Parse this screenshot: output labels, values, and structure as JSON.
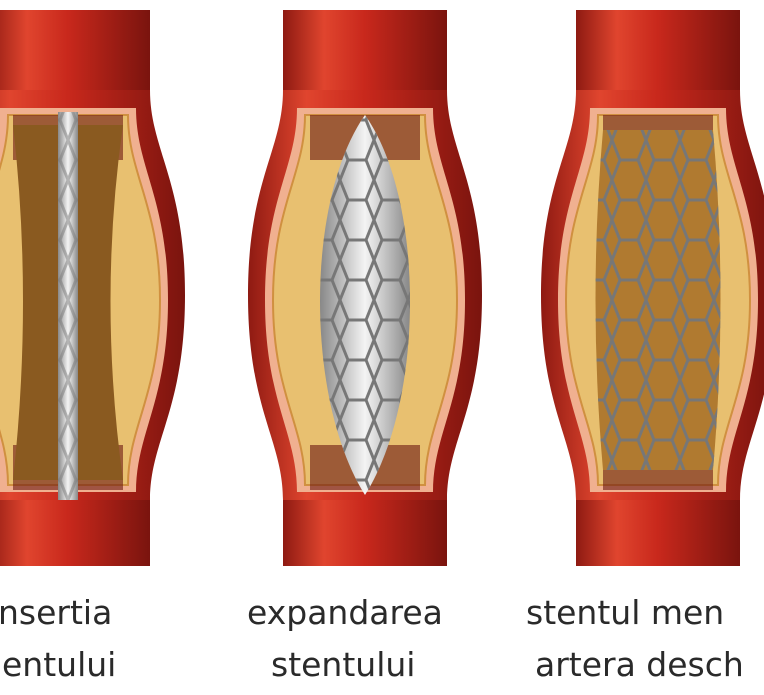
{
  "captions": [
    {
      "line1": "nsertia",
      "line2": "entului"
    },
    {
      "line1": "expandarea",
      "line2": "stentului"
    },
    {
      "line1": "stentul men",
      "line2": "artera desch"
    }
  ],
  "colors": {
    "vessel_wall": "#c8281c",
    "vessel_highlight": "#e8583c",
    "plaque": "#e8c070",
    "clot": "#8a5a20",
    "stent": "#b8b8b8"
  }
}
